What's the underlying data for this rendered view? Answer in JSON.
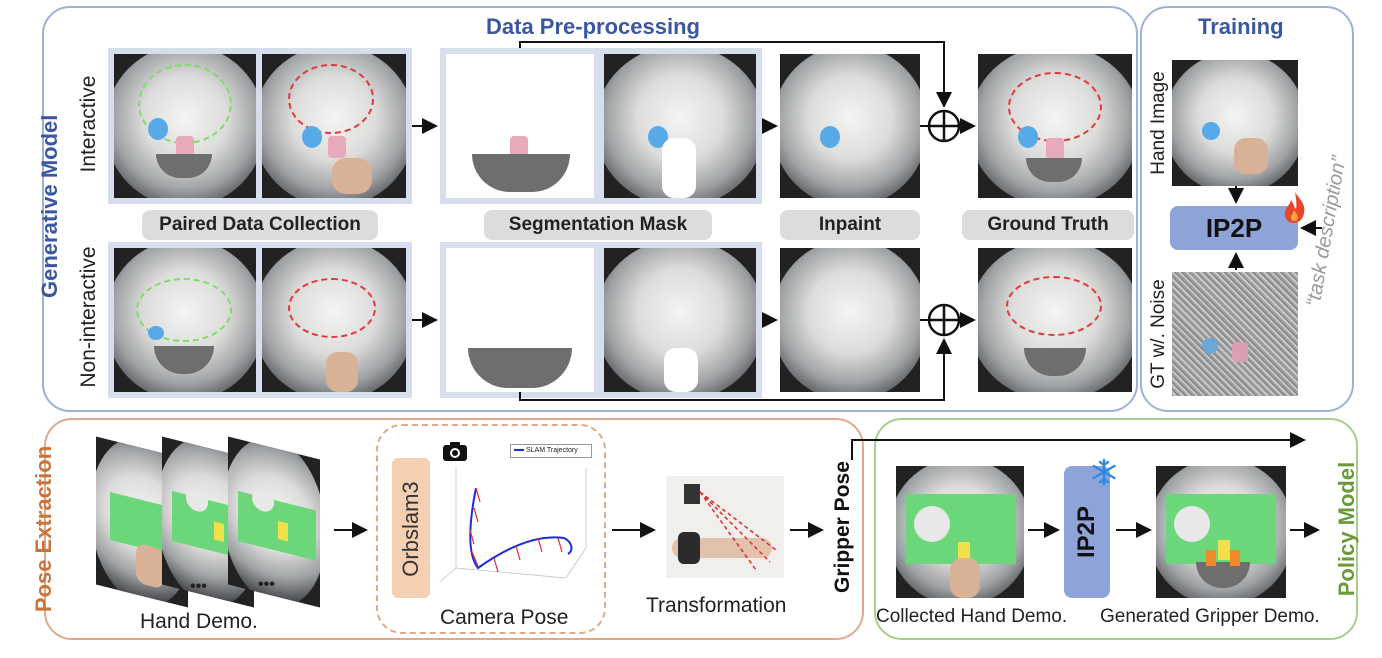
{
  "generative": {
    "side_label": "Generative Model",
    "title": "Data Pre-processing",
    "row_interactive": "Interactive",
    "row_noninteractive": "Non-interactive",
    "stage_labels": [
      "Paired Data Collection",
      "Segmentation Mask",
      "Inpaint",
      "Ground Truth"
    ]
  },
  "training": {
    "title": "Training",
    "hand_image_label": "Hand Image",
    "noise_label": "GT w/. Noise",
    "model_label": "IP2P",
    "task_description": "“task description”",
    "icon": "flame-icon"
  },
  "pose": {
    "side_label": "Pose Extraction",
    "hand_demo_label": "Hand Demo.",
    "ellipsis": "•••",
    "orbslam_label": "Orbslam3",
    "camera_pose_label": "Camera Pose",
    "slam_legend": "SLAM Trajectory",
    "transformation_label": "Transformation",
    "gripper_pose_label": "Gripper Pose",
    "icon": "camera-icon"
  },
  "policy": {
    "side_label": "Policy Model",
    "collected_label": "Collected Hand Demo.",
    "generated_label": "Generated Gripper Demo.",
    "model_label": "IP2P",
    "icon": "snowflake-icon"
  },
  "colors": {
    "blue_title": "#3b57a0",
    "orange_title": "#c8743d",
    "green_title": "#6b9a3a",
    "ip2p_box": "#8ea3d8",
    "pill_bg": "#dcdcdc"
  }
}
